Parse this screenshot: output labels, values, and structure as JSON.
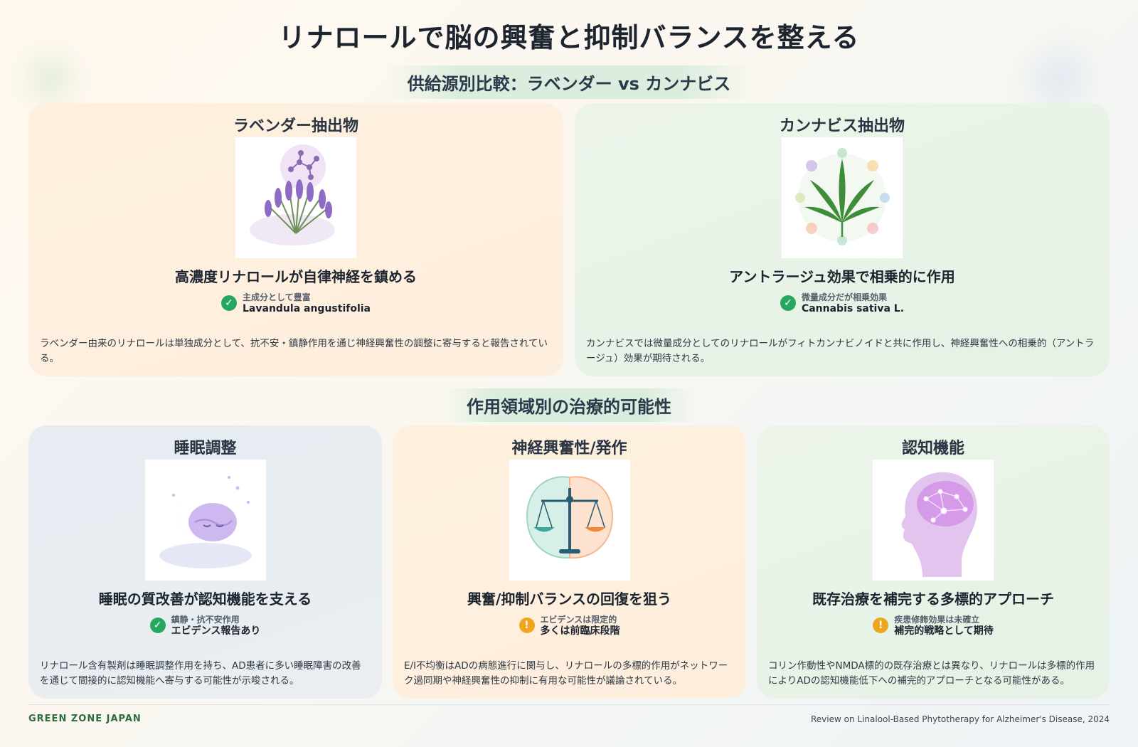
{
  "title": "リナロールで脳の興奮と抑制バランスを整える",
  "section1": {
    "title": "供給源別比較：ラベンダー vs カンナビス"
  },
  "section2": {
    "title": "作用領域別の治療的可能性"
  },
  "cards": [
    {
      "title": "ラベンダー抽出物",
      "image": "lavender-illustration",
      "headline": "高濃度リナロールが自律神経を鎮める",
      "badge_icon": "check-icon",
      "badge_sub": "主成分として豊富",
      "badge_main": "Lavandula angustifolia",
      "description": "ラベンダー由来のリナロールは単独成分として、抗不安・鎮静作用を通じ神経興奮性の調整に寄与すると報告されている。"
    },
    {
      "title": "カンナビス抽出物",
      "image": "cannabis-illustration",
      "headline": "アントラージュ効果で相乗的に作用",
      "badge_icon": "check-icon",
      "badge_sub": "微量成分だが相乗効果",
      "badge_main": "Cannabis sativa L.",
      "description": "カンナビスでは微量成分としてのリナロールがフィトカンナビノイドと共に作用し、神経興奮性への相乗的（アントラージュ）効果が期待される。"
    },
    {
      "title": "睡眠調整",
      "image": "sleeping-brain-moon-illustration",
      "headline": "睡眠の質改善が認知機能を支える",
      "badge_icon": "check-icon",
      "badge_sub": "鎮静・抗不安作用",
      "badge_main": "エビデンス報告あり",
      "description": "リナロール含有製剤は睡眠調整作用を持ち、AD患者に多い睡眠障害の改善を通じて間接的に認知機能へ寄与する可能性が示唆される。"
    },
    {
      "title": "神経興奮性/発作",
      "image": "brain-balance-scale-illustration",
      "headline": "興奮/抑制バランスの回復を狙う",
      "badge_icon": "warning-icon",
      "badge_sub": "エビデンスは限定的",
      "badge_main": "多くは前臨床段階",
      "description": "E/I不均衡はADの病態進行に関与し、リナロールの多標的作用がネットワーク過同期や神経興奮性の抑制に有用な可能性が議論されている。"
    },
    {
      "title": "認知機能",
      "image": "head-brain-network-illustration",
      "headline": "既存治療を補完する多標的アプローチ",
      "badge_icon": "warning-icon",
      "badge_sub": "疾患修飾効果は未確立",
      "badge_main": "補完的戦略として期待",
      "description": "コリン作動性やNMDA標的の既存治療とは異なり、リナロールは多標的作用によりADの認知機能低下への補完的アプローチとなる可能性がある。"
    }
  ],
  "footer": {
    "brand": "GREEN ZONE JAPAN",
    "citation": "Review on Linalool-Based Phytotherapy for Alzheimer's Disease, 2024"
  },
  "colors": {
    "check": "#27a860",
    "warning": "#f0a51f",
    "brand": "#2e6b3c"
  }
}
